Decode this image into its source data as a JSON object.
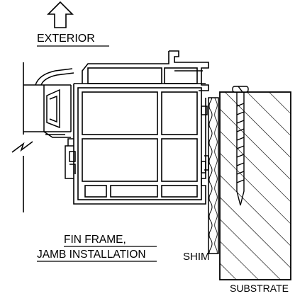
{
  "labels": {
    "exterior": "EXTERIOR",
    "title_line1": "FIN FRAME,",
    "title_line2": "JAMB INSTALLATION",
    "shim": "SHIM",
    "substrate": "SUBSTRATE"
  },
  "icons": {
    "exterior_direction": "up-arrow-outline"
  },
  "colors": {
    "line": "#000000",
    "background": "#ffffff"
  }
}
